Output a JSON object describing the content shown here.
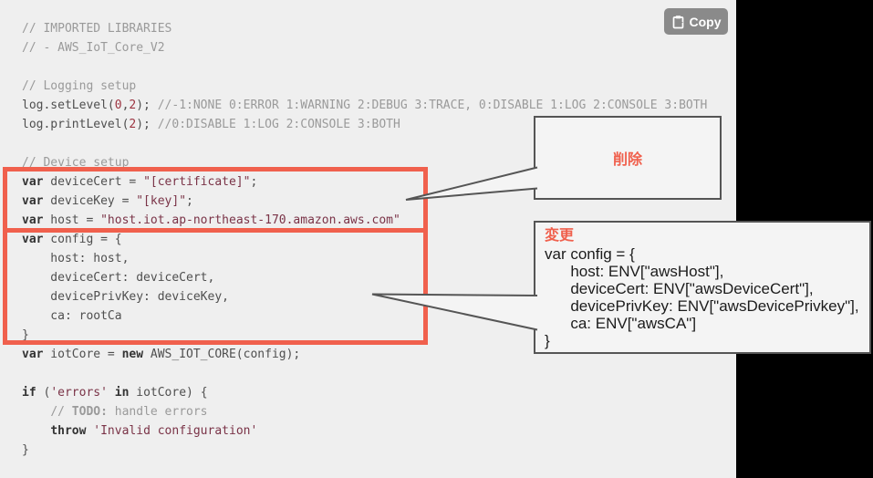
{
  "copy_button": {
    "label": "Copy"
  },
  "code": {
    "lines": [
      [
        [
          "com",
          "// IMPORTED LIBRARIES"
        ]
      ],
      [
        [
          "com",
          "// - AWS_IoT_Core_V2"
        ]
      ],
      [],
      [
        [
          "com",
          "// Logging setup"
        ]
      ],
      [
        [
          "def",
          "log.setLevel("
        ],
        [
          "num",
          "0"
        ],
        [
          "def",
          ","
        ],
        [
          "num",
          "2"
        ],
        [
          "def",
          "); "
        ],
        [
          "com",
          "//-1:NONE 0:ERROR 1:WARNING 2:DEBUG 3:TRACE, 0:DISABLE 1:LOG 2:CONSOLE 3:BOTH"
        ]
      ],
      [
        [
          "def",
          "log.printLevel("
        ],
        [
          "num",
          "2"
        ],
        [
          "def",
          "); "
        ],
        [
          "com",
          "//0:DISABLE 1:LOG 2:CONSOLE 3:BOTH"
        ]
      ],
      [],
      [
        [
          "com",
          "// Device setup"
        ]
      ],
      [
        [
          "kw",
          "var"
        ],
        [
          "def",
          " deviceCert = "
        ],
        [
          "str",
          "\"[certificate]\""
        ],
        [
          "def",
          ";"
        ]
      ],
      [
        [
          "kw",
          "var"
        ],
        [
          "def",
          " deviceKey = "
        ],
        [
          "str",
          "\"[key]\""
        ],
        [
          "def",
          ";"
        ]
      ],
      [
        [
          "kw",
          "var"
        ],
        [
          "def",
          " host = "
        ],
        [
          "str",
          "\"host.iot.ap-northeast-170.amazon.aws.com\""
        ]
      ],
      [
        [
          "kw",
          "var"
        ],
        [
          "def",
          " config = {"
        ]
      ],
      [
        [
          "def",
          "    host: host,"
        ]
      ],
      [
        [
          "def",
          "    deviceCert: deviceCert,"
        ]
      ],
      [
        [
          "def",
          "    devicePrivKey: deviceKey,"
        ]
      ],
      [
        [
          "def",
          "    ca: rootCa"
        ]
      ],
      [
        [
          "def",
          "}"
        ]
      ],
      [
        [
          "kw",
          "var"
        ],
        [
          "def",
          " iotCore = "
        ],
        [
          "kw",
          "new"
        ],
        [
          "def",
          " AWS_IOT_CORE(config);"
        ]
      ],
      [],
      [
        [
          "kw",
          "if"
        ],
        [
          "def",
          " ("
        ],
        [
          "str",
          "'errors'"
        ],
        [
          "def",
          " "
        ],
        [
          "kw",
          "in"
        ],
        [
          "def",
          " iotCore) {"
        ]
      ],
      [
        [
          "def",
          "    "
        ],
        [
          "com",
          "// "
        ],
        [
          "comb",
          "TODO:"
        ],
        [
          "com",
          " handle errors"
        ]
      ],
      [
        [
          "def",
          "    "
        ],
        [
          "kw",
          "throw"
        ],
        [
          "def",
          " "
        ],
        [
          "str",
          "'Invalid configuration'"
        ]
      ],
      [
        [
          "def",
          "}"
        ]
      ]
    ]
  },
  "annotations": {
    "delete_label": "削除",
    "change_label": "変更",
    "change_code_lines": [
      "var config = {",
      "      host: ENV[\"awsHost\"],",
      "      deviceCert: ENV[\"awsDeviceCert\"],",
      "      devicePrivKey: ENV[\"awsDevicePrivkey\"],",
      "      ca: ENV[\"awsCA\"]",
      "}"
    ]
  },
  "colors": {
    "panel_bg": "#efefef",
    "right_band": "#000000",
    "comment_text": "#9a9a9a",
    "code_text": "#4f4f4f",
    "keyword_text": "#333333",
    "string_text": "#7a3347",
    "number_text": "#9c3340",
    "highlight_box_red": "#f0604d",
    "annotation_label_red": "#f0604d",
    "callout_border": "#555555",
    "callout_bg": "#f4f4f4",
    "copy_button_bg": "#8a8a8a",
    "copy_button_text": "#ffffff"
  }
}
